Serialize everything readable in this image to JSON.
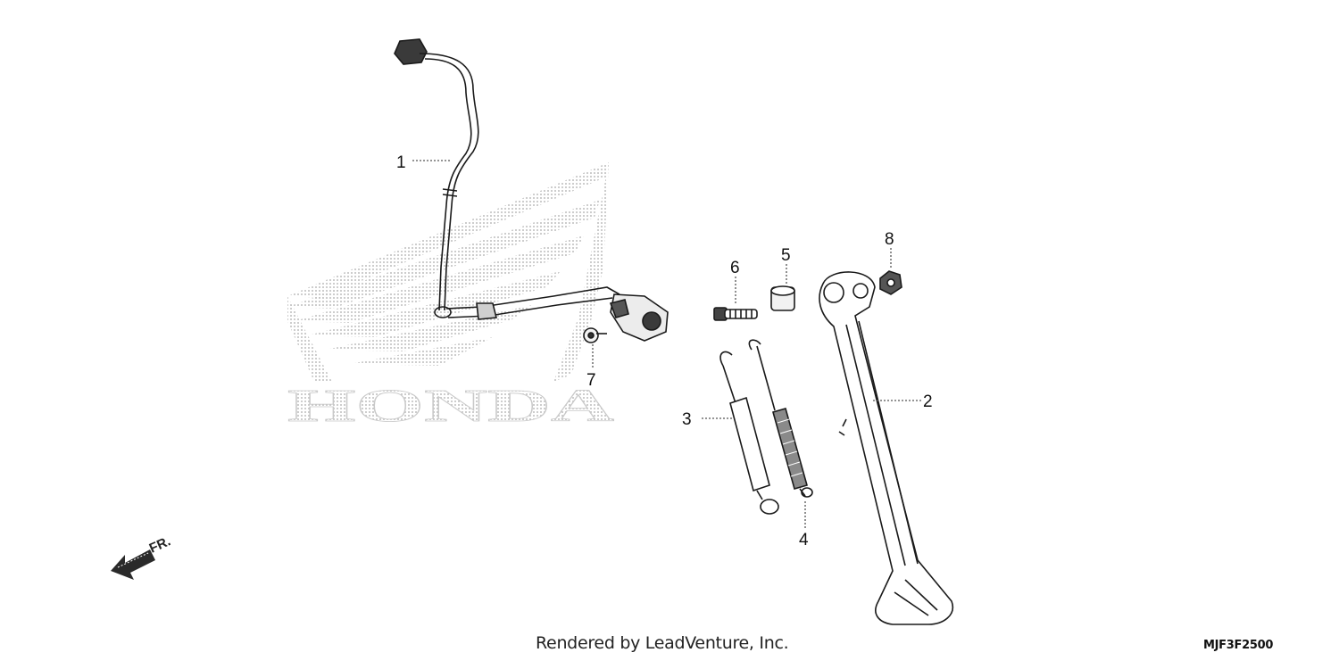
{
  "watermark": {
    "brand_text": "HONDA",
    "color": "#c6c6c6"
  },
  "direction": {
    "label": "FR.",
    "icon": "arrow-front-icon"
  },
  "callouts": [
    {
      "num": "1",
      "part": "sidestand switch"
    },
    {
      "num": "2",
      "part": "side stand"
    },
    {
      "num": "3",
      "part": "spring"
    },
    {
      "num": "4",
      "part": "spring"
    },
    {
      "num": "5",
      "part": "collar"
    },
    {
      "num": "6",
      "part": "bolt"
    },
    {
      "num": "7",
      "part": "bolt"
    },
    {
      "num": "8",
      "part": "nut"
    }
  ],
  "footer": {
    "credit": "Rendered by LeadVenture, Inc.",
    "diagram_code": "MJF3F2500"
  },
  "colors": {
    "line": "#1a1a1a",
    "leader": "#555555"
  }
}
